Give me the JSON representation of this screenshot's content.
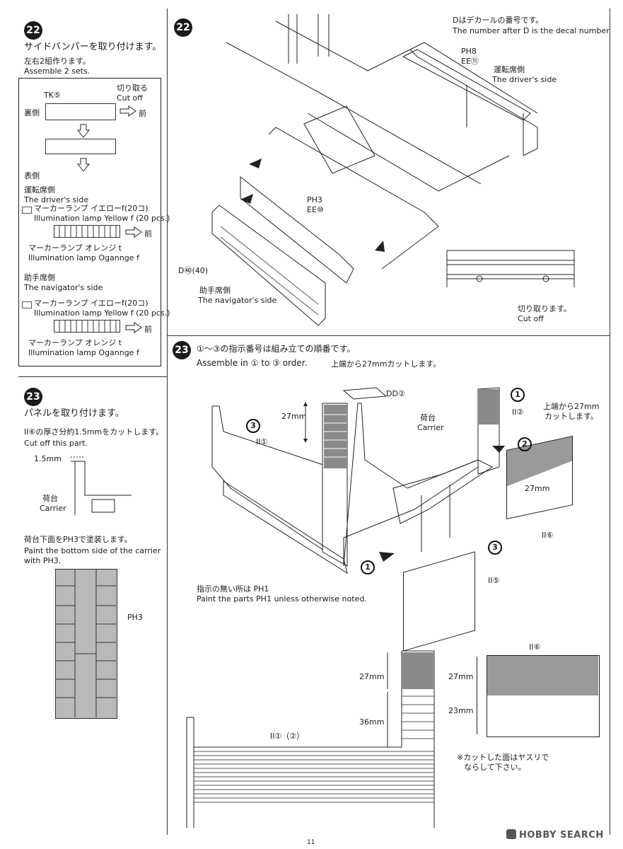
{
  "step22_left": {
    "number": "22",
    "title": "サイドバンパーを取り付けます。",
    "assemble_jp": "左右2組作ります。",
    "assemble_en": "Assemble 2 sets.",
    "part_label": "TK⑤",
    "cut_jp": "切り取る",
    "cut_en": "Cut off",
    "back_side": "裏側",
    "front_arrow": "前",
    "front_side": "表側",
    "driver_jp": "運転席側",
    "driver_en": "The driver's side",
    "yellow_jp": "マーカーランプ イエローf(20コ)",
    "yellow_en": "Illumination lamp Yellow f (20 pcs.)",
    "orange_jp": "マーカーランプ オレンジ t",
    "orange_en": "Illumination lamp Ogannge f",
    "navigator_jp": "助手席側",
    "navigator_en": "The navigator's side"
  },
  "step23_left": {
    "number": "23",
    "title": "パネルを取り付けます。",
    "cut_note_jp": "II⑥の厚さ分約1.5mmをカットします。",
    "cut_note_en": "Cut off this part.",
    "dim": "1.5mm",
    "carrier_jp": "荷台",
    "carrier_en": "Carrier",
    "paint_jp": "荷台下面をPH3で塗装します。",
    "paint_en": "Paint the bottom side of the carrier",
    "paint_en2": "with PH3.",
    "paint_label": "PH3"
  },
  "step22_right": {
    "number": "22",
    "decal_jp": "Dはデカールの番号です。",
    "decal_en": "The number after D is the decal number.",
    "ph8": "PH8",
    "ee11": "EE⑪",
    "driver_jp": "運転席側",
    "driver_en": "The driver's side",
    "ph3": "PH3",
    "ee10": "EE⑩",
    "decal40": "D㊵(40)",
    "navigator_jp": "助手席側",
    "navigator_en": "The navigator's side",
    "cut_jp": "切り取ります。",
    "cut_en": "Cut off"
  },
  "step23_right": {
    "number": "23",
    "order_jp": "①～③の指示番号は組み立ての順番です。",
    "order_en": "Assemble in ① to ③ order.",
    "cut27_top": "上端から27mmカットします。",
    "dd2": "DD②",
    "dim27": "27mm",
    "circle1": "1",
    "circle2": "2",
    "circle3": "3",
    "ii2": "II②",
    "ii1": "II①",
    "carrier_jp": "荷台",
    "carrier_en": "Carrier",
    "cut27_side_jp1": "上端から27mm",
    "cut27_side_jp2": "カットします。",
    "ii6": "II⑥",
    "ii5": "II⑤",
    "paint_note_jp": "指示の無い所は PH1",
    "paint_note_en": "Paint the parts PH1 unless otherwise noted."
  },
  "bottom": {
    "dim27": "27mm",
    "dim36": "36mm",
    "ii1_2": "II①（②）",
    "ii6": "II⑥",
    "dim27b": "27mm",
    "dim23": "23mm",
    "file_note_1": "※カットした面はヤスリで",
    "file_note_2": "ならして下さい。"
  },
  "footer": {
    "page": "11",
    "watermark": "HOBBY SEARCH"
  }
}
